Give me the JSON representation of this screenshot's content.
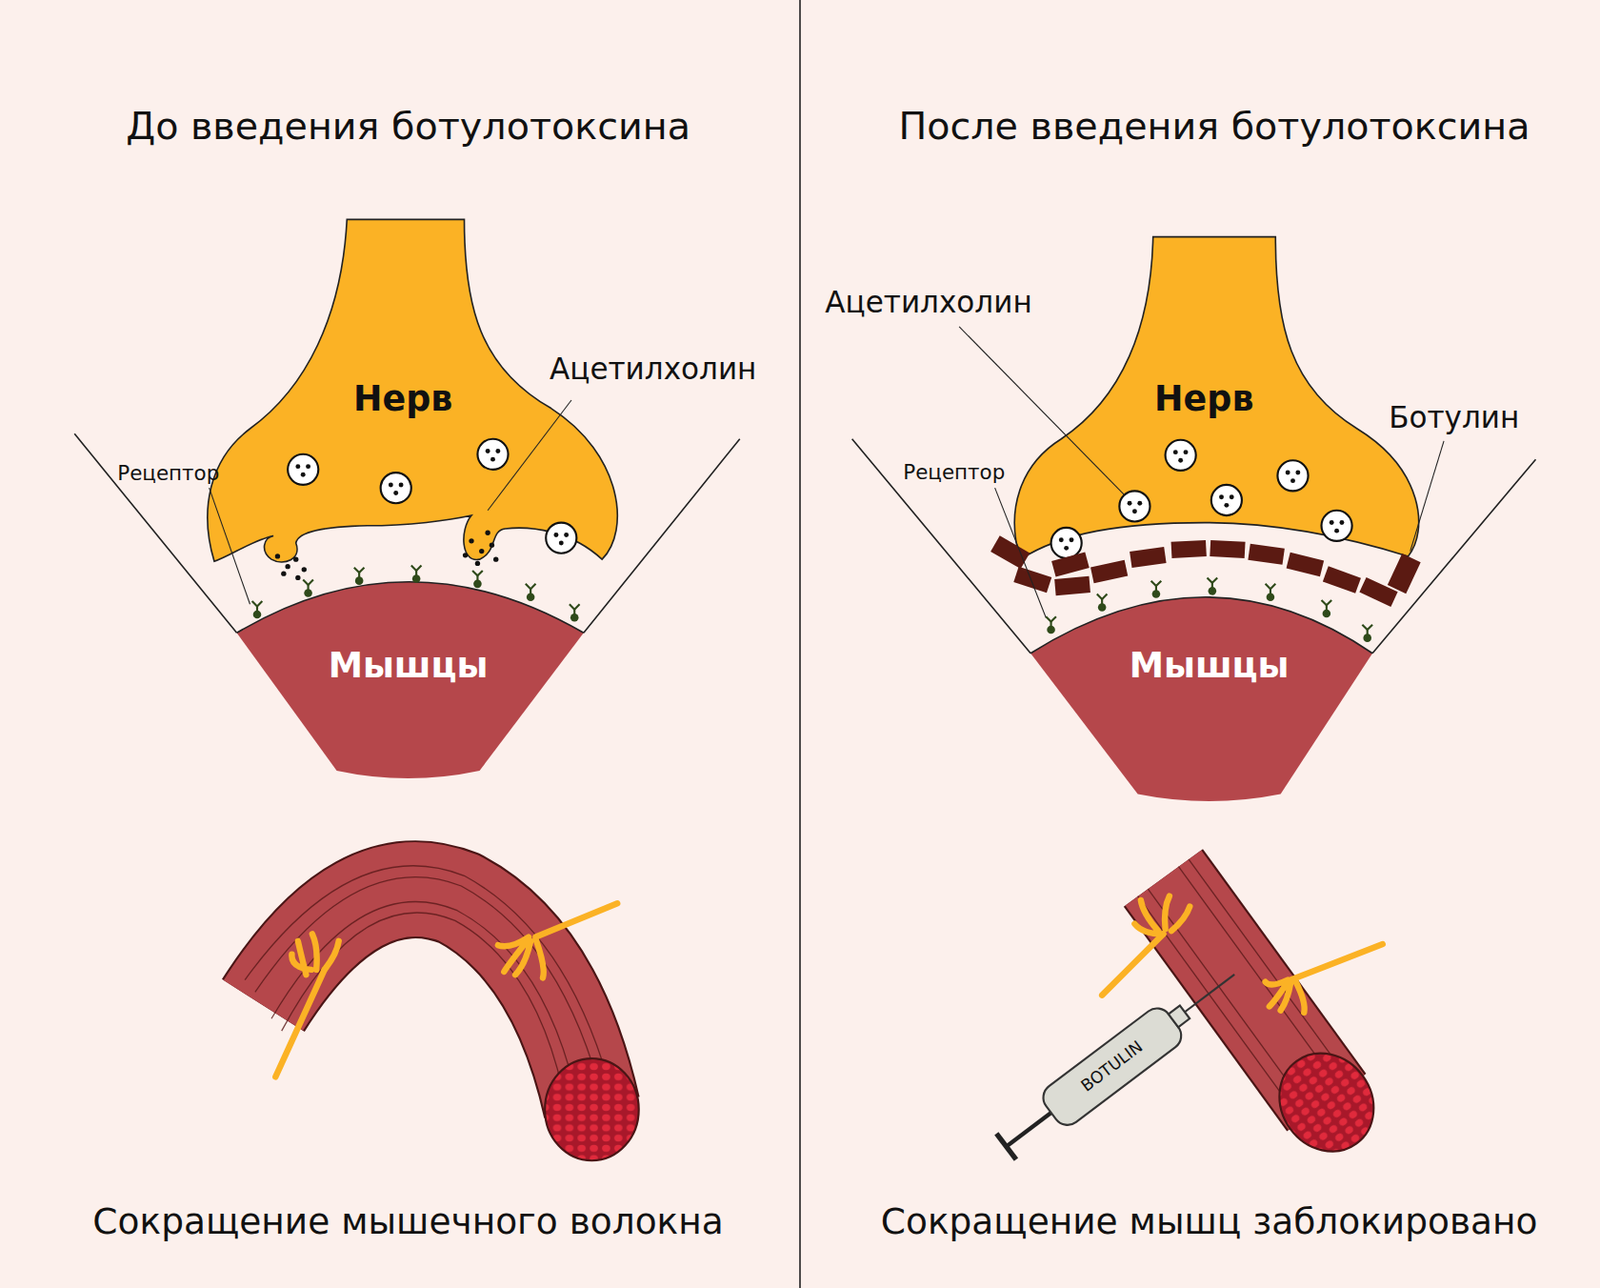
{
  "diagram": {
    "nodes": [
      {
        "text": [
          "Нерв"
        ]
      },
      {
        "text": [
          "Мышцы"
        ]
      },
      {
        "text": [
          "Нерв"
        ]
      },
      {
        "text": [
          "Мышцы"
        ]
      }
    ],
    "labels": [
      "До введения ботулотоксина",
      "После введения ботулотоксина",
      "Рецептор",
      "Ацетилхолин",
      "Рецептор",
      "Ацетилхолин",
      "Ботулин",
      "BOTULIN",
      "Сокращение мышечного волокна",
      "Сокращение мышц заблокировано"
    ]
  }
}
